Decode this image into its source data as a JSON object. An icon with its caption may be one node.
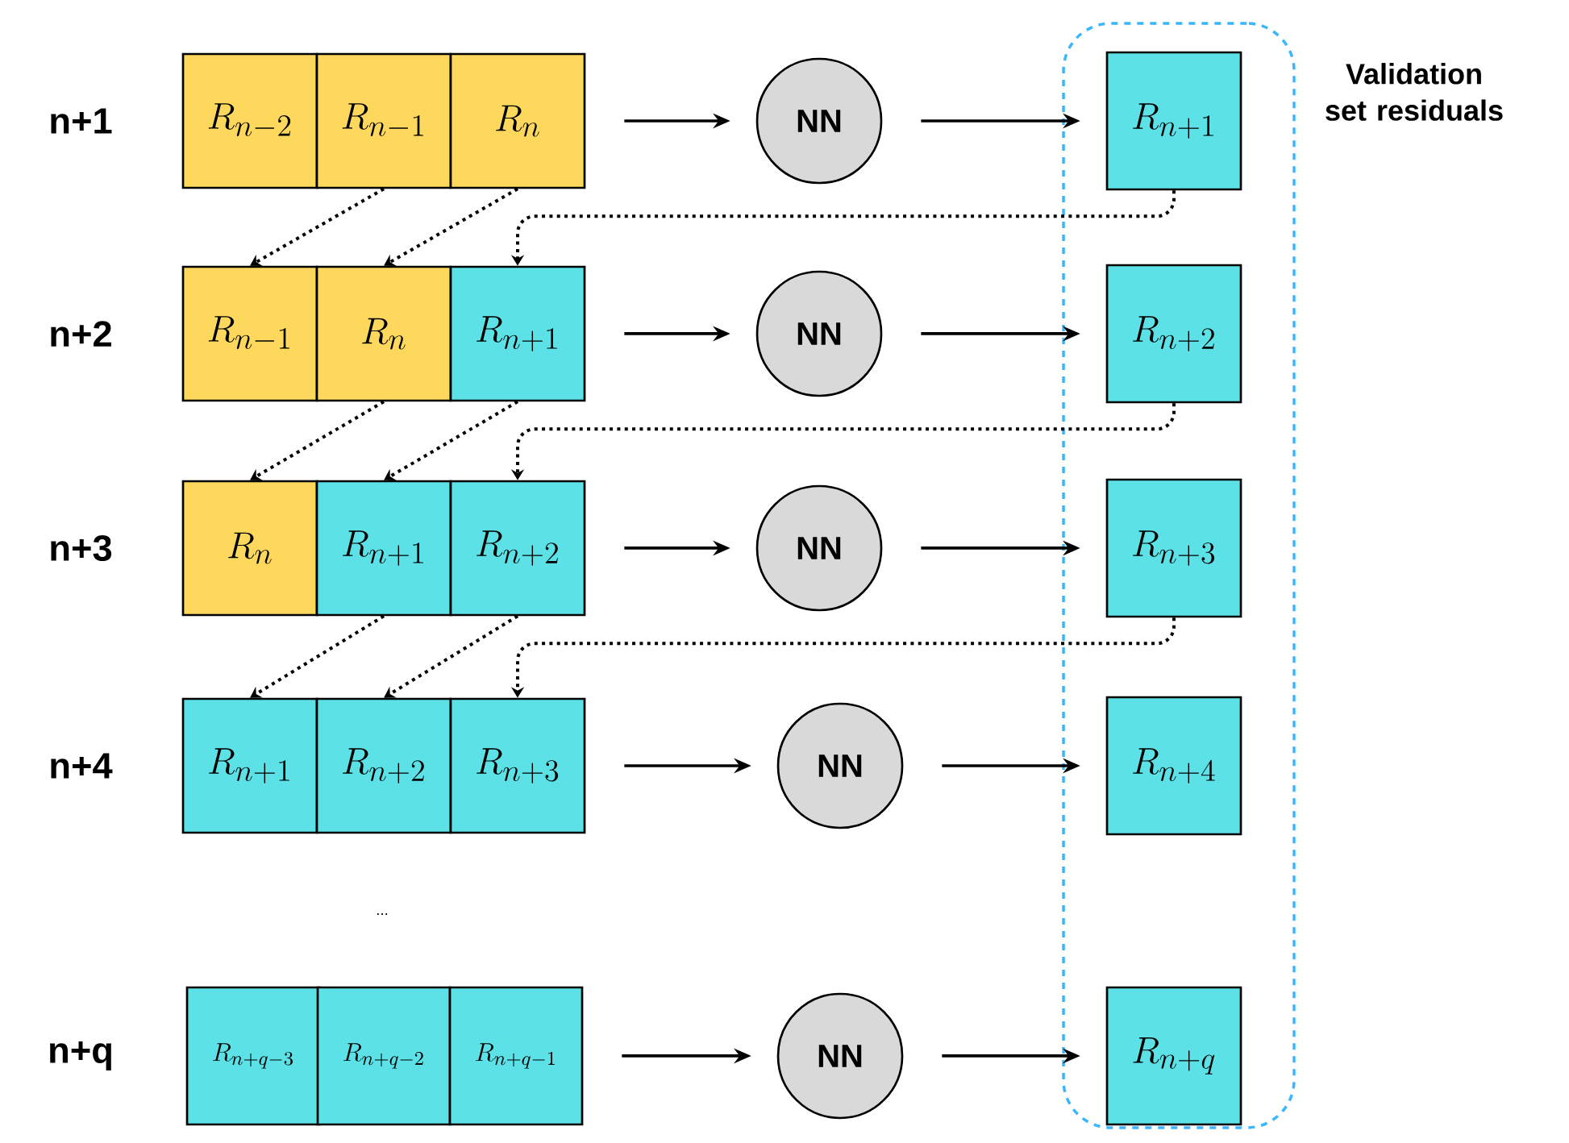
{
  "diagram": {
    "nodes": [
      {
        "text": [
          "Validation set residuals"
        ]
      },
      {
        "text": [
          "R_{n-2}"
        ]
      },
      {
        "text": [
          "R_{n-1}"
        ]
      },
      {
        "text": [
          "R_{n}"
        ]
      },
      {
        "text": [
          "NN"
        ]
      },
      {
        "text": [
          "R_{n+1}"
        ],
        "in": 0
      },
      {
        "text": [
          "R_{n-1}"
        ]
      },
      {
        "text": [
          "R_{n}"
        ]
      },
      {
        "text": [
          "R_{n+1}"
        ]
      },
      {
        "text": [
          "NN"
        ]
      },
      {
        "text": [
          "R_{n+2}"
        ],
        "in": 0
      },
      {
        "text": [
          "R_{n}"
        ]
      },
      {
        "text": [
          "R_{n+1}"
        ]
      },
      {
        "text": [
          "R_{n+2}"
        ]
      },
      {
        "text": [
          "NN"
        ]
      },
      {
        "text": [
          "R_{n+3}"
        ],
        "in": 0
      },
      {
        "text": [
          "R_{n+1}"
        ]
      },
      {
        "text": [
          "R_{n+2}"
        ]
      },
      {
        "text": [
          "R_{n+3}"
        ]
      },
      {
        "text": [
          "NN"
        ]
      },
      {
        "text": [
          "R_{n+4}"
        ],
        "in": 0
      },
      {
        "text": [
          "R_{n+q-3}"
        ]
      },
      {
        "text": [
          "R_{n+q-2}"
        ]
      },
      {
        "text": [
          "R_{n+q-1}"
        ]
      },
      {
        "text": [
          "NN"
        ]
      },
      {
        "text": [
          "R_{n+q}"
        ],
        "in": 0
      }
    ],
    "edges": [
      {
        "from": 3,
        "to": 4,
        "arrow": "to"
      },
      {
        "from": 4,
        "to": 5,
        "arrow": "to"
      },
      {
        "from": 8,
        "to": 9,
        "arrow": "to"
      },
      {
        "from": 9,
        "to": 10,
        "arrow": "to"
      },
      {
        "from": 13,
        "to": 14,
        "arrow": "to"
      },
      {
        "from": 14,
        "to": 15,
        "arrow": "to"
      },
      {
        "from": 18,
        "to": 19,
        "arrow": "to"
      },
      {
        "from": 19,
        "to": 20,
        "arrow": "to"
      },
      {
        "from": 23,
        "to": 24,
        "arrow": "to"
      },
      {
        "from": 24,
        "to": 25,
        "arrow": "to"
      },
      {
        "from": 2,
        "to": 6,
        "arrow": "to",
        "style": "dashed"
      },
      {
        "from": 3,
        "to": 7,
        "arrow": "to",
        "style": "dashed"
      },
      {
        "from": 5,
        "to": 8,
        "arrow": "to",
        "style": "dashed"
      },
      {
        "from": 7,
        "to": 11,
        "arrow": "to",
        "style": "dashed"
      },
      {
        "from": 8,
        "to": 12,
        "arrow": "to",
        "style": "dashed"
      },
      {
        "from": 10,
        "to": 13,
        "arrow": "to",
        "style": "dashed"
      },
      {
        "from": 12,
        "to": 16,
        "arrow": "to",
        "style": "dashed"
      },
      {
        "from": 13,
        "to": 17,
        "arrow": "to",
        "style": "dashed"
      },
      {
        "from": 15,
        "to": 18,
        "arrow": "to",
        "style": "dashed"
      }
    ],
    "labels": [
      "n+1",
      "n+2",
      "n+3",
      "n+4",
      "...",
      "n+q"
    ]
  }
}
